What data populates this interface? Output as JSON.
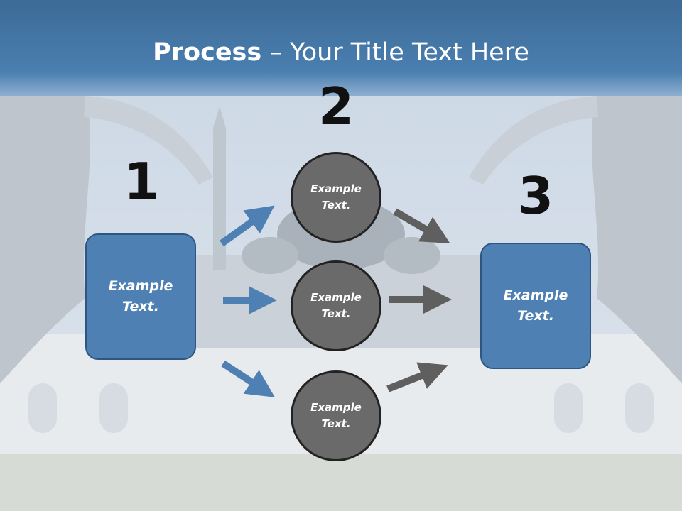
{
  "title": {
    "bold": "Process",
    "rest": " – Your Title Text Here"
  },
  "steps": {
    "one": "1",
    "two": "2",
    "three": "3"
  },
  "left_box": {
    "text": "Example Text."
  },
  "right_box": {
    "text": "Example Text."
  },
  "circles": [
    {
      "text": "Example Text."
    },
    {
      "text": "Example Text."
    },
    {
      "text": "Example Text."
    }
  ],
  "colors": {
    "blue": "#4e80b4",
    "gray_arrow": "#5f5f5f",
    "circle": "#6a6a6a",
    "title_band": "#4a7fb0"
  }
}
